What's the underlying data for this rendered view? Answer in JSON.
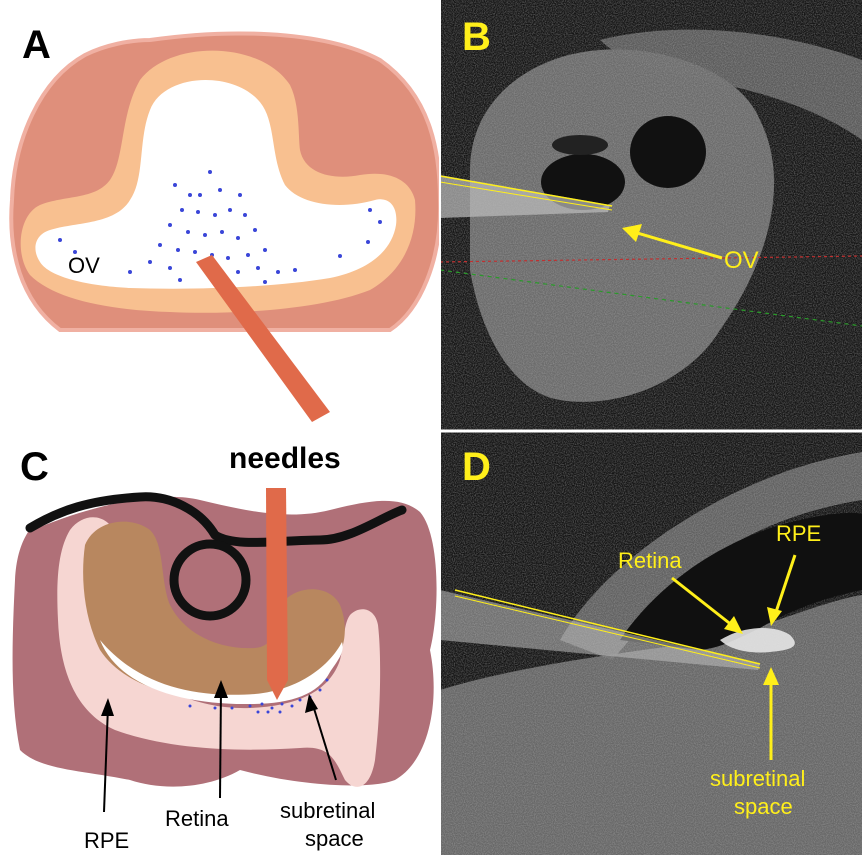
{
  "panels": {
    "a": {
      "letter": "A",
      "ov_label": "OV"
    },
    "b": {
      "letter": "B",
      "ov_label": "OV"
    },
    "c": {
      "letter": "C",
      "rpe_label": "RPE",
      "retina_label": "Retina",
      "subretinal_line1": "subretinal",
      "subretinal_line2": "space"
    },
    "d": {
      "letter": "D",
      "retina_label": "Retina",
      "rpe_label": "RPE",
      "subretinal_line1": "subretinal",
      "subretinal_line2": "space"
    }
  },
  "needles_label": "needles",
  "colors": {
    "outer_tissue_a": "#df8f7b",
    "inner_layer_a": "#f8c090",
    "needle": "#e06a4a",
    "dots": "#3a46d8",
    "c_outer": "#b07078",
    "c_retina": "#b8875f",
    "c_pink": "#f6d6d2",
    "us_label": "#ffef1a",
    "us_bg": "#151515"
  }
}
